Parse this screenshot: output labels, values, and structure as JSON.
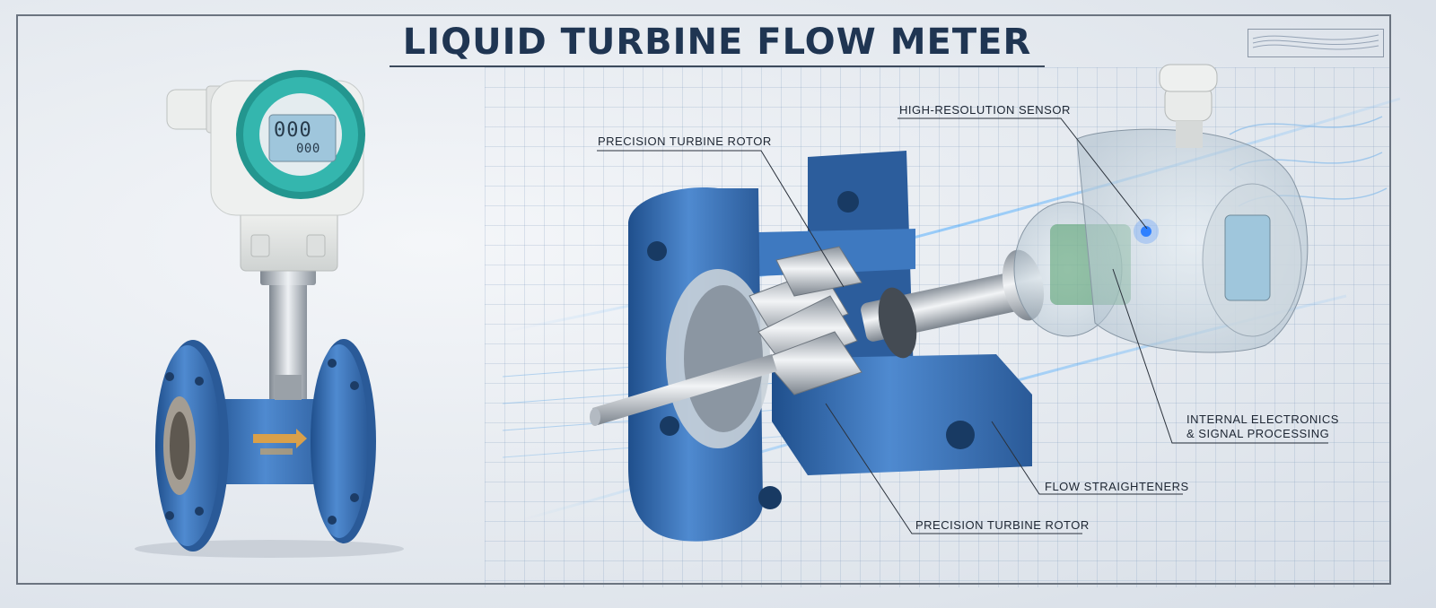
{
  "title": "LIQUID TURBINE FLOW METER",
  "display": {
    "line1": "000",
    "line2": "000"
  },
  "callouts": {
    "rotor_top": "PRECISION TURBINE ROTOR",
    "sensor": "HIGH-RESOLUTION SENSOR",
    "electronics_1": "INTERNAL ELECTRONICS",
    "electronics_2": "& SIGNAL PROCESSING",
    "straighteners": "FLOW STRAIGHTENERS",
    "rotor_bottom": "PRECISION TURBINE ROTOR"
  },
  "colors": {
    "flange_blue": "#3b73b8",
    "flange_dark": "#255086",
    "housing_teal": "#2fb3ad",
    "lcd": "#9fc6dc",
    "flow_glow": "#3fa6ff",
    "title": "#1f3552"
  }
}
